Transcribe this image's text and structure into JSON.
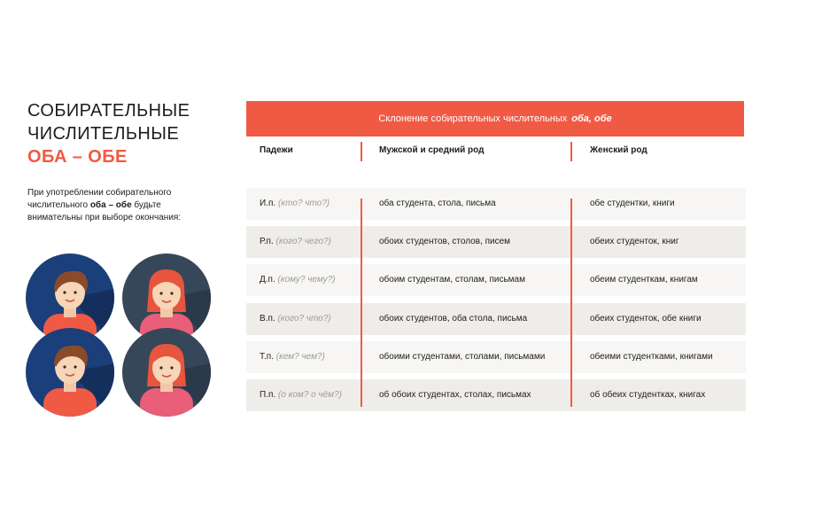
{
  "heading": {
    "line1": "СОБИРАТЕЛЬНЫЕ",
    "line2": "ЧИСЛИТЕЛЬНЫЕ",
    "accent": "ОБА – ОБЕ"
  },
  "intro": {
    "part1": "При употреблении собирательного числительного ",
    "bold": "оба – обе",
    "part2": " будьте внимательны при выборе окончания:"
  },
  "table": {
    "banner_text": "Склонение собирательных числительных",
    "banner_emphasis": "оба, обе",
    "headers": [
      "Падежи",
      "Мужской и средний род",
      "Женский род"
    ],
    "rows": [
      {
        "case": "И.п.",
        "question": "(кто? что?)",
        "masc": "оба студента, стола, письма",
        "fem": "обе студентки, книги"
      },
      {
        "case": "Р.п.",
        "question": "(кого? чего?)",
        "masc": "обоих студентов, столов, писем",
        "fem": "обеих студенток, книг"
      },
      {
        "case": "Д.п.",
        "question": "(кому? чему?)",
        "masc": "обоим студентам, столам, письмам",
        "fem": "обеим студенткам, книгам"
      },
      {
        "case": "В.п.",
        "question": "(кого? что?)",
        "masc": "обоих студентов, оба стола, письма",
        "fem": "обеих студенток, обе книги"
      },
      {
        "case": "Т.п.",
        "question": "(кем? чем?)",
        "masc": "обоими студентами, столами, письмами",
        "fem": "обеими студентками, книгами"
      },
      {
        "case": "П.п.",
        "question": "(о ком? о чём?)",
        "masc": "об обоих студентах, столах, письмах",
        "fem": "об обеих студентках, книгах"
      }
    ]
  },
  "avatars": [
    {
      "icon": "male-avatar-icon"
    },
    {
      "icon": "female-avatar-icon"
    },
    {
      "icon": "male-avatar-icon"
    },
    {
      "icon": "female-avatar-icon"
    }
  ],
  "colors": {
    "accent": "#f05a45",
    "male_bg": "#1b3f7a",
    "female_bg": "#37475a"
  }
}
